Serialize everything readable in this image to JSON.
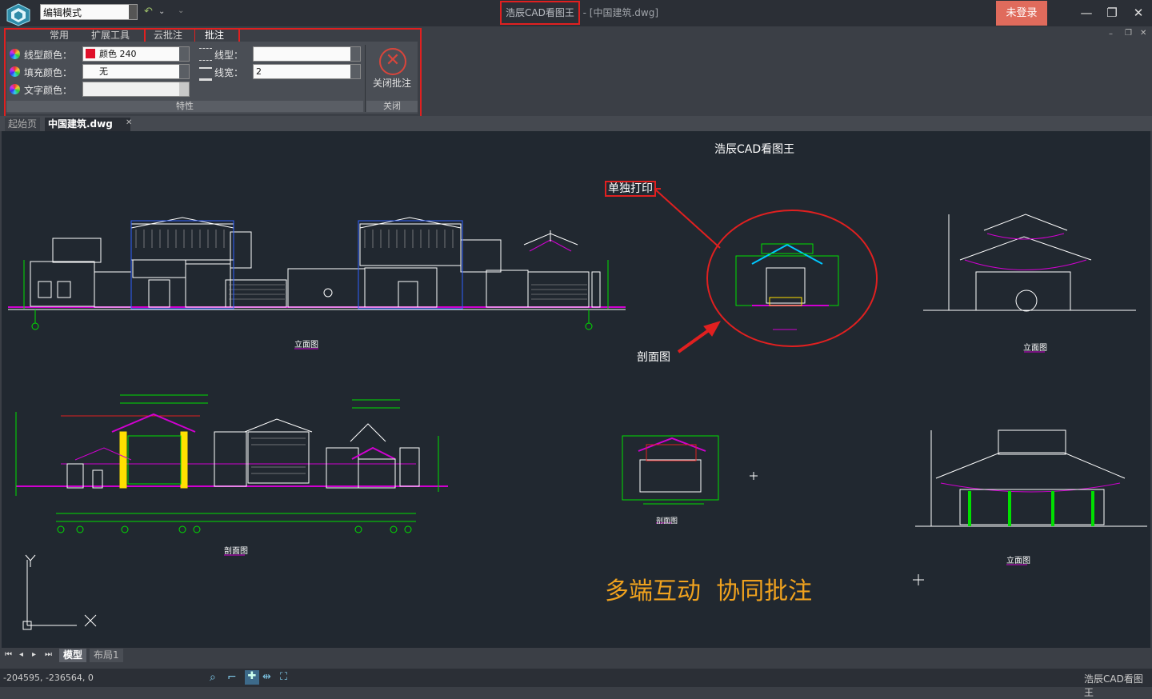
{
  "titlebar": {
    "mode": "编辑模式",
    "title_app": "浩辰CAD看图王",
    "title_rest": " - [中国建筑.dwg]",
    "login_label": "未登录"
  },
  "ribbon": {
    "tabs": [
      "常用",
      "扩展工具",
      "云批注",
      "批注"
    ],
    "props": {
      "line_color_label": "线型颜色：",
      "line_color_value": "颜色 240",
      "fill_color_label": "填充颜色：",
      "fill_color_value": "无",
      "text_color_label": "文字颜色：",
      "linetype_label": "线型：",
      "linewidth_label": "线宽：",
      "linewidth_value": "2"
    },
    "group_props": "特性",
    "close_label": "关闭批注",
    "group_close": "关闭"
  },
  "doctabs": [
    "起始页",
    "中国建筑.dwg"
  ],
  "canvas": {
    "drawing_title": "浩辰CAD看图王",
    "annot_single_print": "单独打印",
    "annot_section": "剖面图",
    "slogan": "多端互动  协同批注",
    "label_elevation1": "立面图",
    "label_section1": "剖面图",
    "label_elevation2": "立面图",
    "label_elevation3": "立面图",
    "label_small_section": "剖面图",
    "axis_y": "Y",
    "axis_x": "X"
  },
  "layouts": [
    "模型",
    "布局1"
  ],
  "status": {
    "coords": "-204595, -236564, 0",
    "app_name": "浩辰CAD看图王"
  },
  "colors": {
    "canvas_bg": "#212830",
    "annotation_red": "#e02020",
    "slogan": "#f0a21e",
    "cad_green": "#00e000",
    "cad_white": "#ffffff",
    "cad_magenta": "#d000d0"
  }
}
